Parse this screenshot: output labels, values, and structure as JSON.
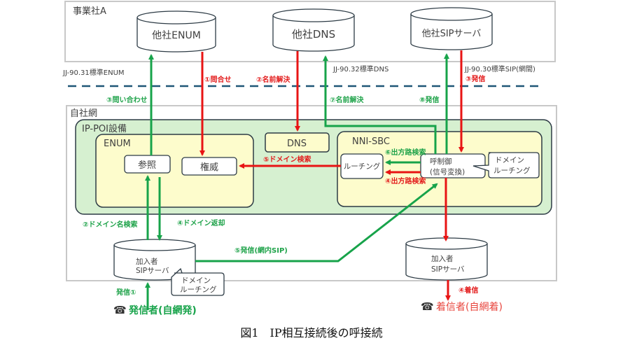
{
  "colors": {
    "red": "#e81414",
    "green": "#17a34a",
    "panel_green": "#d6f0d0",
    "panel_yellow": "#fdfccc",
    "dash_line": "#1f5777",
    "border_gray": "#c8c8c8",
    "stroke_dark": "#2d3b45"
  },
  "zones": {
    "company_a": "事業社A",
    "own_network": "自社網",
    "ip_poi": "IP-POI設備",
    "enum_group": "ENUM",
    "nni_sbc": "NNI-SBC"
  },
  "remote_servers": {
    "enum": "他社ENUM",
    "dns": "他社DNS",
    "sip": "他社SIPサーバ"
  },
  "standards": {
    "enum": "JJ-90.31標準ENUM",
    "dns": "JJ-90.32標準DNS",
    "sip": "JJ-90.30標準SIP(網間)"
  },
  "boxes": {
    "sansho": "参照",
    "keni": "権威",
    "dns": "DNS",
    "routing": "ルーチング",
    "call_control_line1": "呼制御",
    "call_control_line2": "(信号変換)",
    "domain_routing_line1": "ドメイン",
    "domain_routing_line2": "ルーチング"
  },
  "subscriber_servers": {
    "origin_line1": "加入者",
    "origin_line2": "SIPサーバ",
    "dest_line1": "加入者",
    "dest_line2": "SIPサーバ"
  },
  "callouts": {
    "origin_domain_routing_line1": "ドメイン",
    "origin_domain_routing_line2": "ルーチング"
  },
  "red_labels": {
    "r1": "①問合せ",
    "r2": "②名前解決",
    "r3": "③発信",
    "r4_route": "④出方路検索",
    "r5": "⑤ドメイン検索",
    "r4_incoming": "④着信"
  },
  "green_labels": {
    "g1": "発信①",
    "g2": "②ドメイン名検索",
    "g3": "③問い合わせ",
    "g4": "④ドメイン返却",
    "g5": "⑤発信(網内SIP)",
    "g6": "⑥出方路検索",
    "g7": "⑦名前解決",
    "g8": "⑧発信"
  },
  "endpoints": {
    "caller": "発信者(自網発)",
    "callee": "着信者(自網着)",
    "phone_icon": "☎"
  },
  "caption": "図1　IP相互接続後の呼接続"
}
